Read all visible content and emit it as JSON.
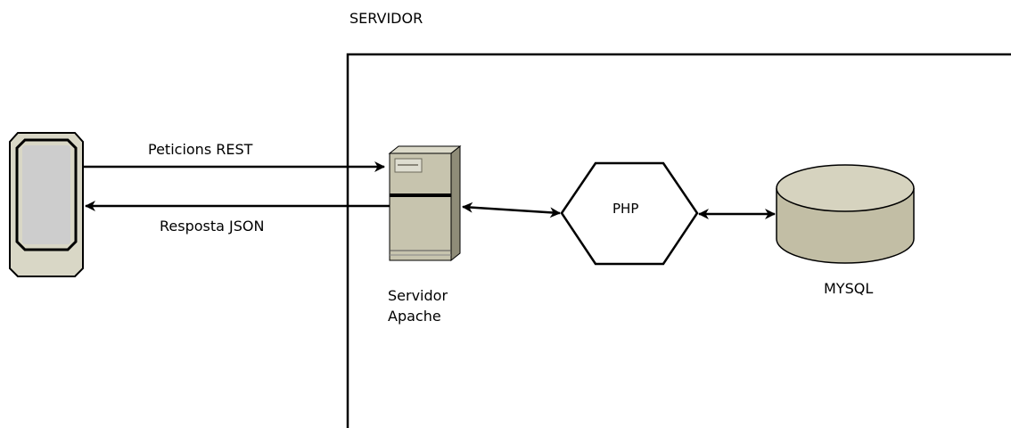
{
  "server_box": {
    "title": "SERVIDOR"
  },
  "client": {
    "device": "mobile-device-icon"
  },
  "arrows": {
    "request_label": "Peticions REST",
    "response_label": "Resposta JSON"
  },
  "nodes": {
    "apache": {
      "icon": "server-tower-icon",
      "label_line1": "Servidor",
      "label_line2": "Apache"
    },
    "php": {
      "icon": "hexagon-shape",
      "label": "PHP"
    },
    "mysql": {
      "icon": "database-cylinder-icon",
      "label": "MYSQL"
    }
  },
  "colors": {
    "device_body": "#d9d7c6",
    "device_screen": "#cdcdcd",
    "server_body": "#c7c4ae",
    "db_top": "#d6d3bf",
    "db_body": "#c2bea5",
    "stroke": "#000000"
  }
}
